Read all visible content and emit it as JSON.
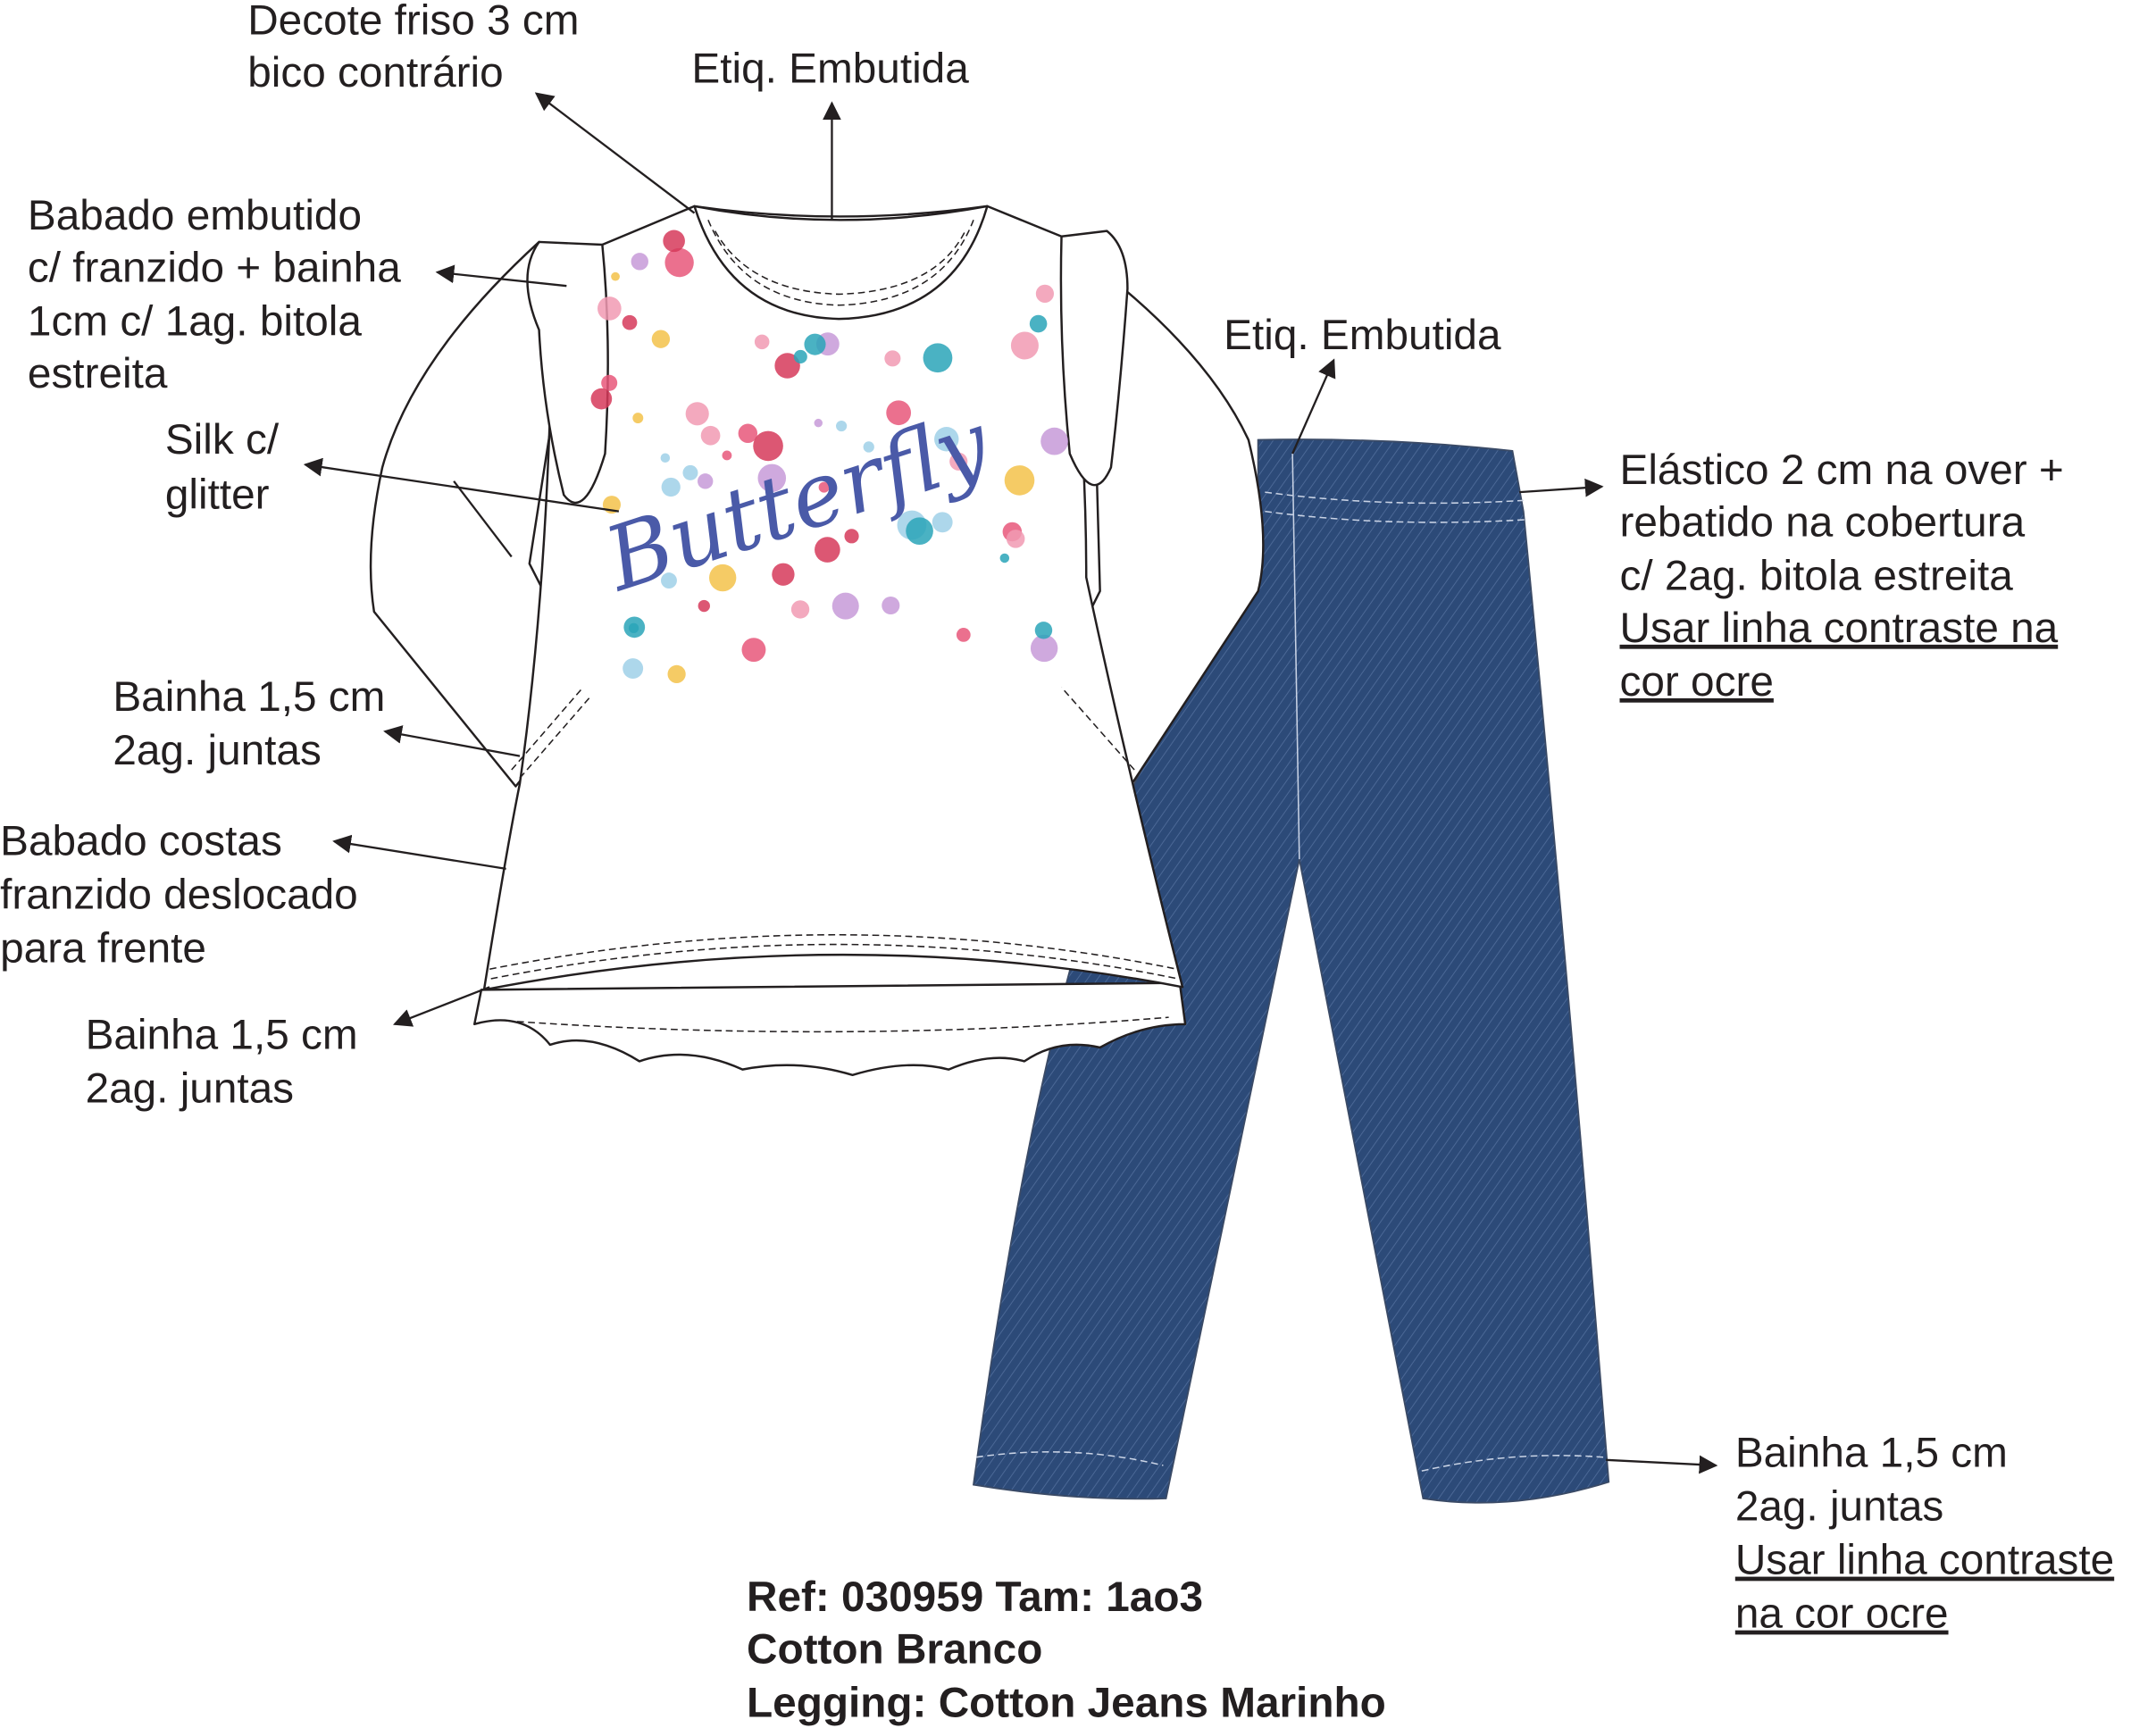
{
  "colors": {
    "text": "#231f20",
    "denim": "#2c4a78",
    "print_script": "#4a5aa8"
  },
  "print_text": "Butterfly",
  "annotations": {
    "neckline": [
      "Decote friso 3 cm",
      "bico contrário"
    ],
    "label_top": "Etiq. Embutida",
    "sleeve_ruffle": [
      "Babado embutido",
      "c/ franzido + bainha",
      "1cm c/ 1ag. bitola",
      "estreita"
    ],
    "silk": [
      "Silk c/",
      "glitter"
    ],
    "sleeve_hem": [
      "Bainha 1,5 cm",
      "2ag. juntas"
    ],
    "back_ruffle": [
      "Babado costas",
      "franzido deslocado",
      "para frente"
    ],
    "body_hem": [
      "Bainha 1,5 cm",
      "2ag. juntas"
    ],
    "label_legging": "Etiq. Embutida",
    "waistband": [
      "Elástico 2 cm na over +",
      "rebatido na cobertura",
      "c/ 2ag. bitola estreita",
      "Usar linha contraste na",
      "cor ocre"
    ],
    "legging_hem": [
      "Bainha 1,5 cm",
      "2ag. juntas",
      "Usar linha contraste",
      "na cor ocre"
    ]
  },
  "spec": {
    "ref_line": "Ref: 030959 Tam: 1ao3",
    "fabric_top": "Cotton Branco",
    "fabric_legging": "Legging: Cotton Jeans Marinho"
  }
}
